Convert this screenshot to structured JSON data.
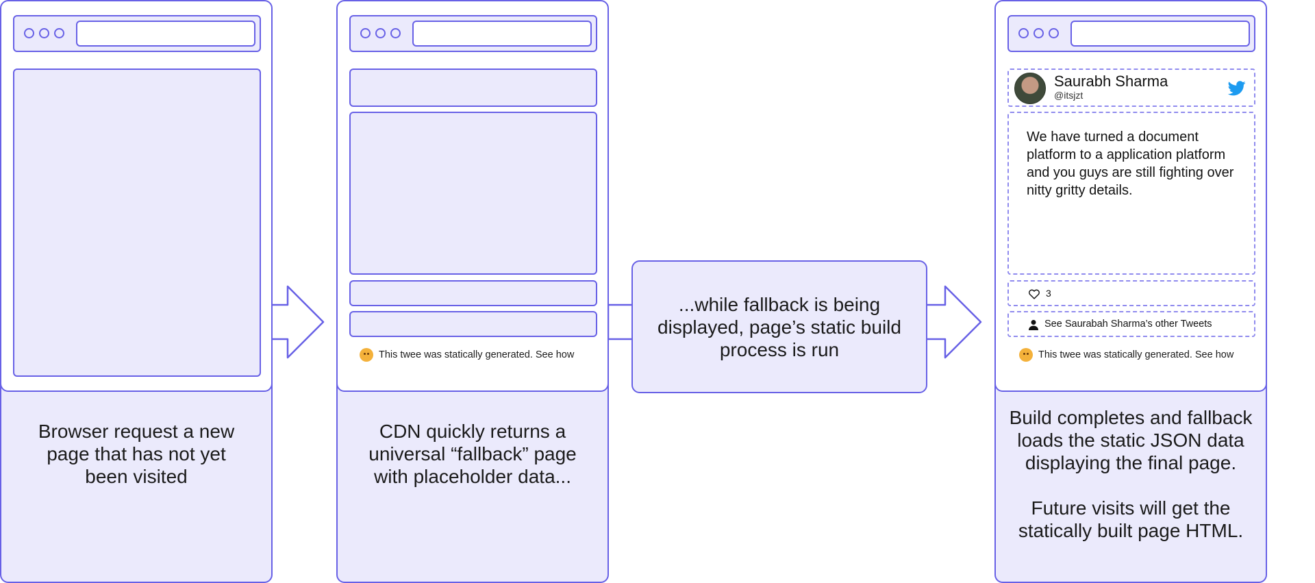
{
  "captions": {
    "step1": "Browser request a new page that has not yet been visited",
    "step2": "CDN quickly returns a universal “fallback” page with placeholder data...",
    "step3": "...while fallback is being displayed, page’s static build process is run",
    "step4_line1": "Build completes and fallback loads the static JSON data displaying the final page.",
    "step4_line2": "Future visits will get the statically built page HTML."
  },
  "fallback_note": "This twee was statically generated. See how",
  "tweet": {
    "name": "Saurabh Sharma",
    "handle": "@itsjzt",
    "text": "We have turned a document platform to a application platform and you guys are still fighting over nitty gritty details.",
    "likes": "3",
    "other_tweets": "See Saurabah Sharma’s other Tweets",
    "note": "This twee was statically generated. See how"
  },
  "colors": {
    "stroke": "#6760e6",
    "fill": "#ebeafc",
    "twitter": "#1d9bf0"
  },
  "icons": [
    "twitter-bird-icon",
    "heart-icon",
    "person-icon",
    "mind-blown-emoji-icon"
  ]
}
